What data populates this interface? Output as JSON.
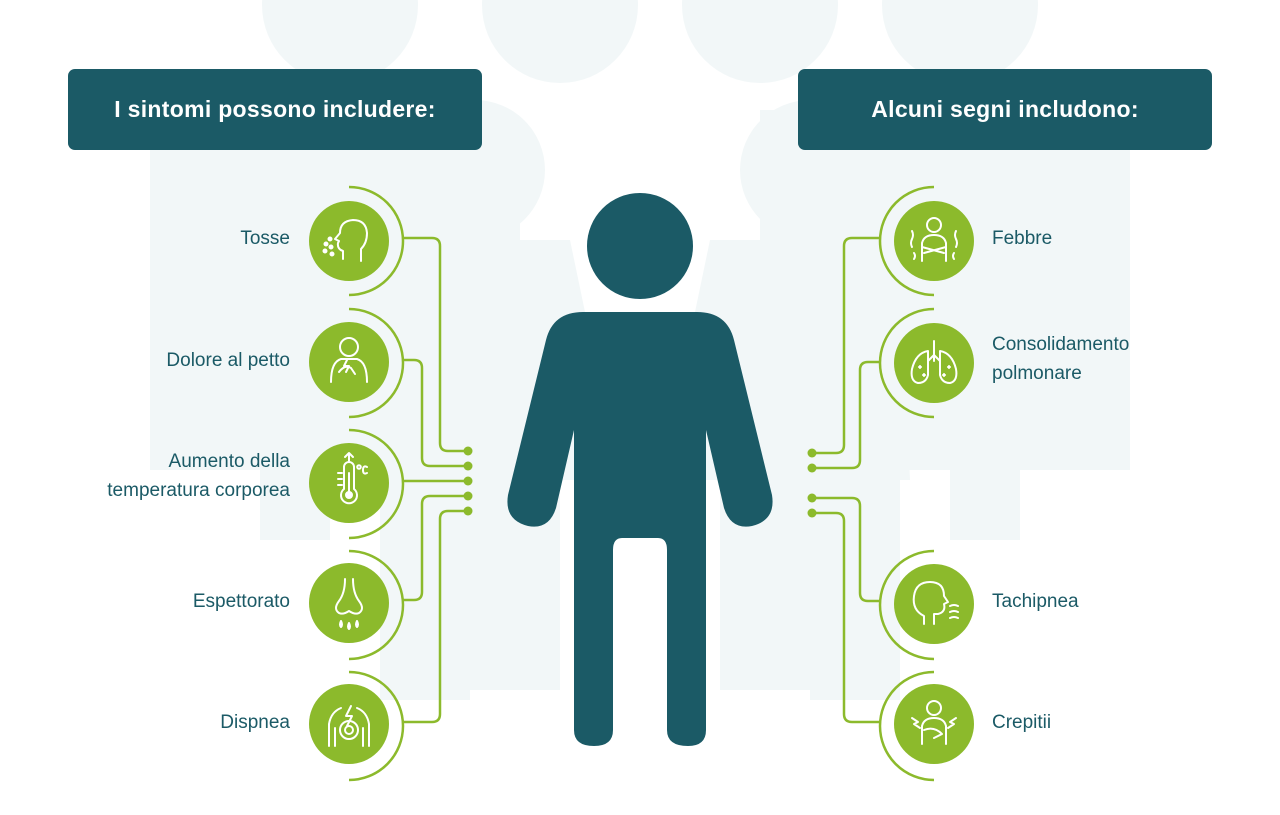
{
  "headers": {
    "left": "I sintomi possono includere:",
    "right": "Alcuni segni includono:"
  },
  "symptoms": [
    {
      "label": "Tosse",
      "icon": "cough-icon"
    },
    {
      "label": "Dolore al petto",
      "icon": "chest-pain-icon"
    },
    {
      "label": "Aumento della\ntemperatura corporea",
      "icon": "thermometer-icon"
    },
    {
      "label": "Espettorato",
      "icon": "sputum-nose-icon"
    },
    {
      "label": "Dispnea",
      "icon": "dyspnea-chest-icon"
    }
  ],
  "signs": [
    {
      "label": "Febbre",
      "icon": "shivering-person-icon"
    },
    {
      "label": "Consolidamento\npolmonare",
      "icon": "lungs-icon"
    },
    {
      "label": "Tachipnea",
      "icon": "rapid-breathing-icon"
    },
    {
      "label": "Crepitii",
      "icon": "crackles-person-icon"
    }
  ],
  "colors": {
    "primary": "#1b5a66",
    "accent": "#8cba2c",
    "background_figures": "#f1f6f7"
  }
}
